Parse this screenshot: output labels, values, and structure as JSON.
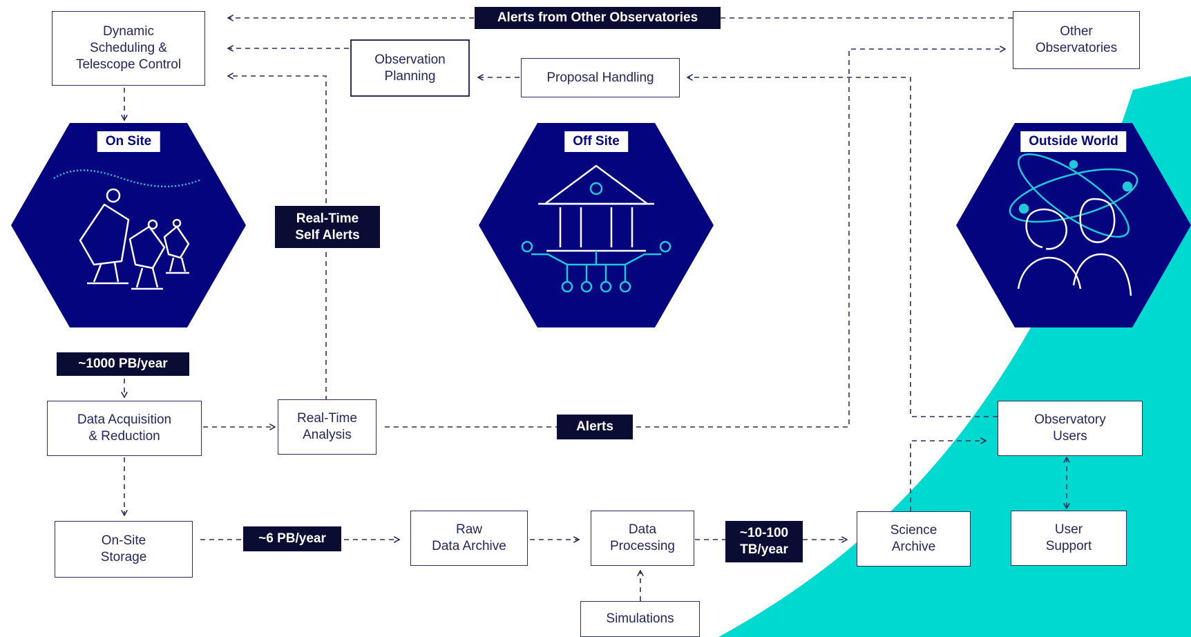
{
  "colors": {
    "navy_hex": "#04047f",
    "dark_tag": "#0a0c33",
    "line": "#2a2d5c",
    "teal_accent": "#00d9d0",
    "icon_cyan": "#22c7d8"
  },
  "hexagons": {
    "on_site": {
      "label": "On Site",
      "icon": "radio-telescopes-icon"
    },
    "off_site": {
      "label": "Off Site",
      "icon": "institution-network-icon"
    },
    "outside_world": {
      "label": "Outside World",
      "icon": "people-atom-icon"
    }
  },
  "boxes": {
    "dynamic_scheduling": "Dynamic\nScheduling &\nTelescope Control",
    "observation_planning": "Observation\nPlanning",
    "proposal_handling": "Proposal Handling",
    "other_observatories": "Other\nObservatories",
    "data_acquisition": "Data Acquisition\n& Reduction",
    "realtime_analysis": "Real-Time\nAnalysis",
    "observatory_users": "Observatory\nUsers",
    "onsite_storage": "On-Site\nStorage",
    "raw_data_archive": "Raw\nData Archive",
    "data_processing": "Data\nProcessing",
    "science_archive": "Science\nArchive",
    "user_support": "User\nSupport",
    "simulations": "Simulations"
  },
  "tags": {
    "alerts_other": "Alerts from Other Observatories",
    "realtime_self_alerts": "Real-Time\nSelf Alerts",
    "rate_1000": "~1000 PB/year",
    "alerts": "Alerts",
    "rate_6": "~6 PB/year",
    "rate_10_100": "~10-100\nTB/year"
  }
}
